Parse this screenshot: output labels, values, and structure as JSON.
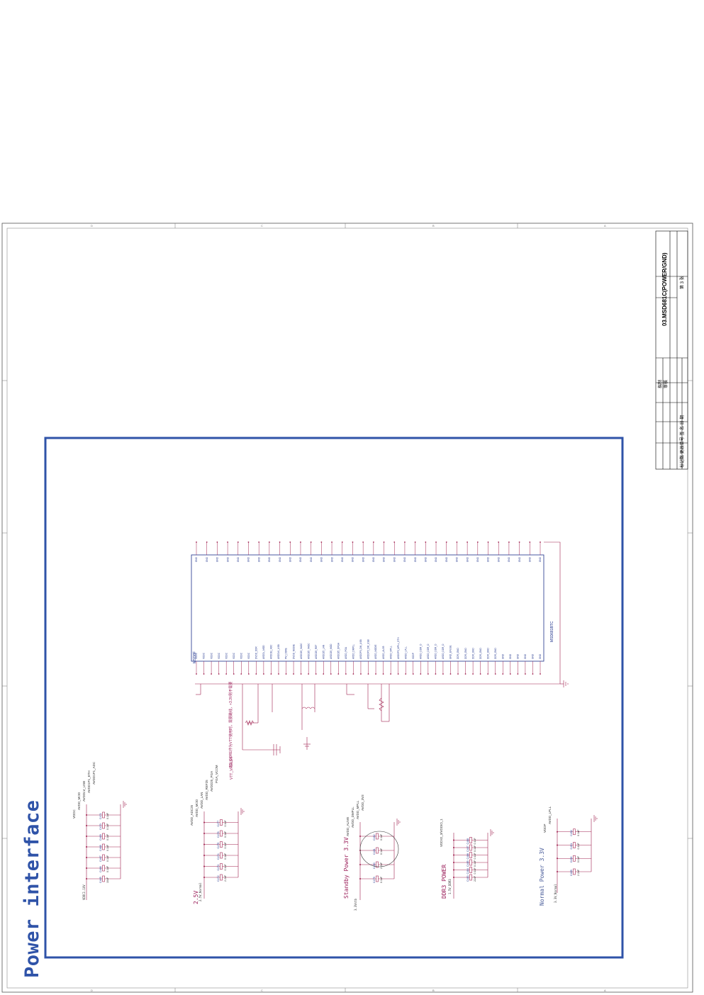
{
  "sheet": {
    "title": "Power interface",
    "title_block": {
      "drawing_title": "03.MSD681C(POWER/GND)",
      "sheet_label": "第  3  张",
      "drawn_label": "拟制",
      "checked_label": "审核",
      "header_row": "标记数 更改单号 签 名 日 期"
    },
    "border_zones": [
      "D",
      "C",
      "B",
      "A"
    ],
    "accent_color": "#2f53a8",
    "net_color": "#9b1f5a",
    "wire_color": "#a0204f"
  },
  "chip": {
    "ref": "MSD8F",
    "name": "MSD681BTC",
    "note": "TS_CORE作为VTT使用时，需要跳线，+3.3V则不需要",
    "vtt_label": "VTT_VREF3H"
  },
  "sections": [
    {
      "title": "2.5V",
      "input": "2.5V_Normal",
      "nets": [
        "AVDD_ADC25",
        "AVDD_MOD",
        "AVDD_LAN",
        "AVDD_REF25",
        "AVDD25_PGA",
        "PGA_VCOM"
      ],
      "caps": [
        "C472",
        "C473",
        "C474",
        "C475",
        "C476",
        "C477"
      ],
      "values": [
        "2.2uF",
        "0.1uF",
        "0.1uF",
        "0.1uF",
        "0.1uF",
        "0.1uF"
      ]
    },
    {
      "title": "Standby Power 3.3V",
      "input": "3.3Vstb",
      "nets": [
        "AVDD_ALIVE",
        "AVDD_DMPLL",
        "AVDD_MPLL",
        "AVDD_3V3"
      ],
      "caps": [
        "C479",
        "C480",
        "C481",
        "C482"
      ],
      "values": [
        "0.1uF",
        "2.2uF",
        "0.1uF",
        "0.1uF"
      ]
    },
    {
      "title": "DDR3 POWER",
      "input": "1.5V_DDR3",
      "nets": [
        "VDDIO_3/VDDIO_1"
      ],
      "caps": [
        "C483",
        "C484",
        "C485",
        "C486",
        "C487",
        "C488"
      ],
      "values": [
        "22uF",
        "0.1uF",
        "0.1uF",
        "0.1uF",
        "0.1uF",
        "0.1uF"
      ]
    },
    {
      "title": "Normal Power 3.3V",
      "input": "3.3V_Normal",
      "nets": [
        "VDDP",
        "AVDD_LPLL"
      ],
      "caps": [
        "C489",
        "C490",
        "C491",
        "C492"
      ],
      "values": [
        "2.2uF",
        "0.1uF",
        "0.1uF",
        "0.1uF"
      ]
    },
    {
      "title": "",
      "input": "VDDC1.10V",
      "nets": [
        "VDDC",
        "AVDD_MOD",
        "AVDDLV_USB",
        "AVDD1P1_ETH",
        "AVDD1P1_ADC"
      ],
      "caps": [
        "C465",
        "C466",
        "C467",
        "C468",
        "C469",
        "C470",
        "C471"
      ],
      "values": [
        "10uF",
        "0.1uF",
        "0.1uF",
        "0.1uF",
        "0.1uF",
        "0.1uF",
        "0.1uF"
      ]
    }
  ],
  "chip_pins": {
    "left": [
      "VDDC",
      "VDDC",
      "VDDC",
      "VDDC",
      "VDDC",
      "VDDC",
      "VDDC",
      "VDDC",
      "DVDD_DDR",
      "AVDDL_MOD",
      "AVDD11_ADC",
      "AVDDLV_USB",
      "PM_CORE",
      "DVDD_NODIE",
      "AVDD25_VADC",
      "AVDD25_VADC",
      "AVDD25_REF",
      "AVDD25_LAN",
      "AVDD25_MOD",
      "AVDD25_DPGA",
      "AVDD_PGA",
      "AVDD_DMPLL",
      "AVDDP3_DM_USB",
      "AVDDP3_DM_USB",
      "AVDD_NODIE",
      "AVDD_AU33",
      "AVDD_MPLL",
      "AVDDP3_MPLL_ETH",
      "AVDD_LPLL",
      "VDDP",
      "AVDD_DDR_D",
      "AVDD_DDR_D",
      "AVDD_DDR_D",
      "AVDD_DDR_D",
      "GND_EFUSE",
      "DDR_GND",
      "DDR_GND",
      "DDR_GND",
      "DDR_GND",
      "DDR_GND",
      "DDR_GND",
      "GND",
      "GND",
      "GND",
      "GND",
      "GND",
      "GND"
    ],
    "right": [
      "GND",
      "GND",
      "GND",
      "GND",
      "GND",
      "GND",
      "GND",
      "GND",
      "GND",
      "GND",
      "GND",
      "GND",
      "GND",
      "GND",
      "GND",
      "GND",
      "GND",
      "GND",
      "GND",
      "GND",
      "GND",
      "GND",
      "GND",
      "GND",
      "GND",
      "GND",
      "GND",
      "GND",
      "GND",
      "GND",
      "GND",
      "GND",
      "GND",
      "GND"
    ]
  }
}
